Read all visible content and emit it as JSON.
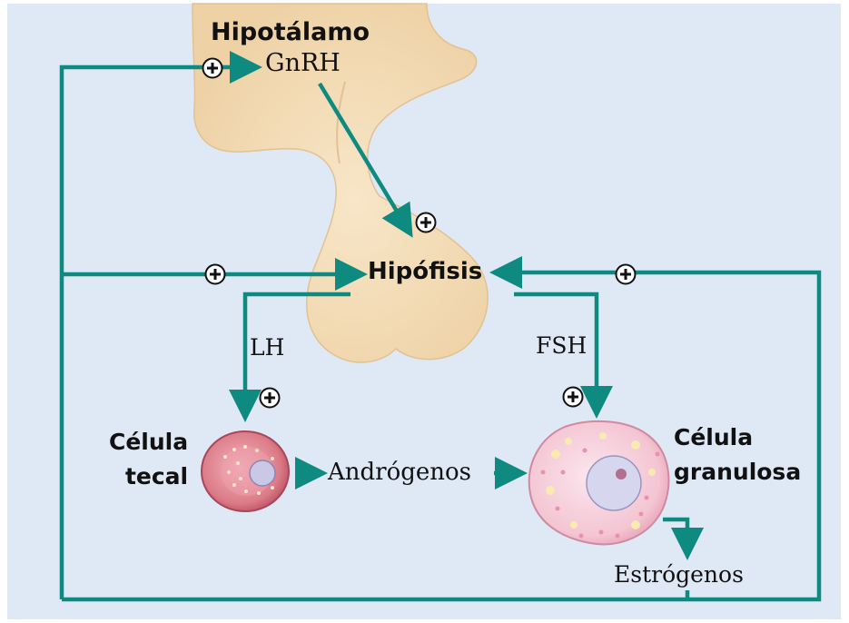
{
  "diagram": {
    "labels": {
      "hypothalamus": "Hipotálamo",
      "gnrh": "GnRH",
      "pituitary": "Hipófisis",
      "lh": "LH",
      "fsh": "FSH",
      "theca_cell_line1": "Célula",
      "theca_cell_line2": "tecal",
      "granulosa_cell_line1": "Célula",
      "granulosa_cell_line2": "granulosa",
      "androgens": "Andrógenos",
      "estrogens": "Estrógenos"
    },
    "colors": {
      "background": "#dfe8f5",
      "tissue": "#f4dcb6",
      "arrow": "#0f8a80",
      "theca_cell": "#d9707e",
      "granulosa_cell": "#f5c9d6",
      "nucleus": "#c9c9e6"
    },
    "stimulation_symbol": "plus-circle"
  }
}
